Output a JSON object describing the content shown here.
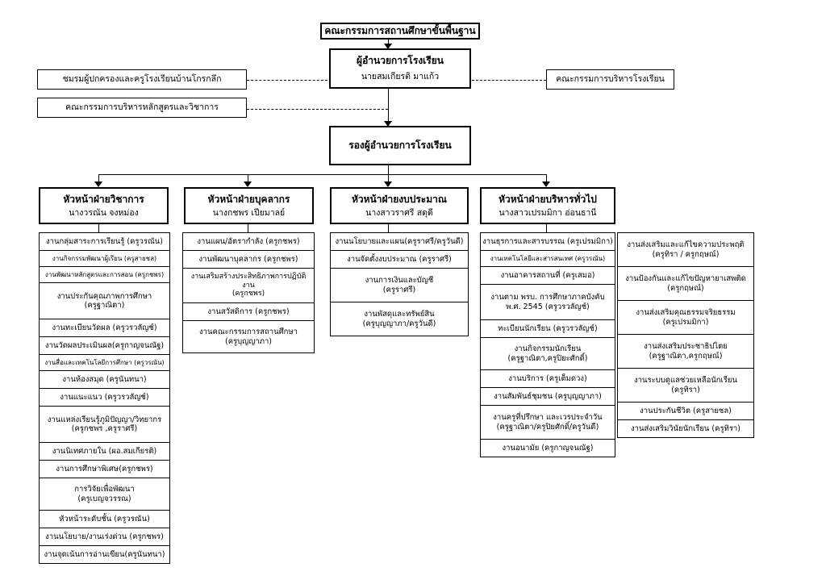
{
  "board": "คณะกรรมการสถานศึกษาขั้นพื้นฐาน",
  "director": {
    "title": "ผู้อำนวยการโรงเรียน",
    "name": "นายสมเกียรติ มาแก้ว"
  },
  "left_boxes": [
    "ชมรมผู้ปกครองและครูโรงเรียนบ้านโกรกลึก",
    "คณะกรรมการบริหารหลักสูตรและวิชาการ"
  ],
  "right_box": "คณะกรรมการบริหารโรงเรียน",
  "deputy": "รองผู้อำนวยการโรงเรียน",
  "departments": [
    {
      "title": "หัวหน้าฝ่ายวิชาการ",
      "name": "นางวรณัน จงหม่อง",
      "tasks": [
        "งานกลุ่มสาระการเรียนรู้ (ครูวรณัน)",
        "งานกิจกรรมพัฒนาผู้เรียน (ครูสายชล)",
        "งานพัฒนาหลักสูตรและการสอน (ครูกชพร)",
        "งานประกันคุณภาพการศึกษา\n(ครูฐาณิตา)",
        "งานทะเบียนวัดผล (ครูวรวลัญช์)",
        "งานวัดผลประเมินผล(ครูกาญจนณัฐ)",
        "งานสื่อและเทคโนโลยีการศึกษา (ครูวรณัน)",
        "งานห้องสมุด (ครูนันทนา)",
        "งานแนะแนว (ครูวรวลัญช์)",
        "งานแหล่งเรียนรู้ภูมิปัญญา/วิทยากร\n(ครูกชพร ,ครูราศรี)",
        "งานนิเทศภายใน (ผอ.สมเกียรติ)",
        "งานการศึกษาพิเศษ(ครูกชพร)",
        "การวิจัยเพื่อพัฒนา\n(ครูเบญจวรรณ)",
        "หัวหน้าระดับชั้น (ครูวรณัน)",
        "งานนโยบาย/งานเร่งด่วน (ครูกชพร)",
        "งานจุดเน้นการอ่านเขียน(ครูนันทนา)"
      ]
    },
    {
      "title": "หัวหน้าฝ่ายบุคลากร",
      "name": "นางกชพร เปียมาลย์",
      "tasks": [
        "งานแผน/อัตรากำลัง (ครูกชพร)",
        "งานพัฒนาบุคลากร (ครูกชพร)",
        "งานเสริมสร้างประสิทธิภาพการปฏิบัติงาน\n(ครูกชพร)",
        "งานสวัสดิการ (ครูกชพร)",
        "งานคณะกรรมการสถานศึกษา\n(ครูบุญญาภา)"
      ]
    },
    {
      "title": "หัวหน้าฝ่ายงบประมาณ",
      "name": "นางสาวราศรี สดุดี",
      "tasks": [
        "งานนโยบายและแผน(ครูราศรี/ครูวันดี)",
        "งานจัดตั้งงบประมาณ (ครูราศรี)",
        "งานการเงินและบัญชี\n(ครูราศรี)",
        "งานพัสดุและทรัพย์สิน\n(ครูบุญญาภา/ครูวันดี)"
      ]
    },
    {
      "title": "หัวหน้าฝ่ายบริหารทั่วไป",
      "name": "นางสาวเปรมมิกา อ่อนธานี",
      "tasks": [
        "งานธุรการและสารบรรณ (ครูเปรมมิกา)",
        "งานเทคโนโลยีและสารสนเทศ (ครูวรณัน)",
        "งานอาคารสถานที่ (ครูเสมอ)",
        "งานตาม พรบ. การศึกษาภาคบังคับ\nพ.ศ. 2545 (ครูวรวลัญช์)",
        "ทะเบียนนักเรียน (ครูวรวลัญช์)",
        "งานกิจกรรมนักเรียน\n(ครูฐาณิตา,ครูปิยะศักดิ์)",
        "งานบริการ (ครูเต็มดวง)",
        "งานสัมพันธ์ชุมชน (ครูบุญญาภา)",
        "งานครูที่ปรึกษา และเวรประจำวัน\n(ครูฐาณิตา/ครูปิยศักดิ์/ครูวันดี)",
        "งานอนามัย (ครูกาญจนณัฐ)"
      ],
      "tasks2": [
        "งานส่งเสริมและแก้ไขความประพฤติ\n(ครูทิรา / ครูกฤษณ์)",
        "งานป้องกันและแก้ไขปัญหายาเสพติด\n(ครูกฤษณ์)",
        "งานส่งเสริมคุณธรรมจริยธรรม\n(ครูเปรมมิกา)",
        "งานส่งเสริมประชาธิปไตย\n(ครูฐาณิตา,ครูกฤษณ์)",
        "งานระบบดูแลช่วยเหลือนักเรียน\n(ครูทิรา)",
        "งานประกันชีวิต (ครูสายชล)",
        "งานส่งเสริมวินัยนักเรียน (ครูทิรา)"
      ]
    }
  ]
}
